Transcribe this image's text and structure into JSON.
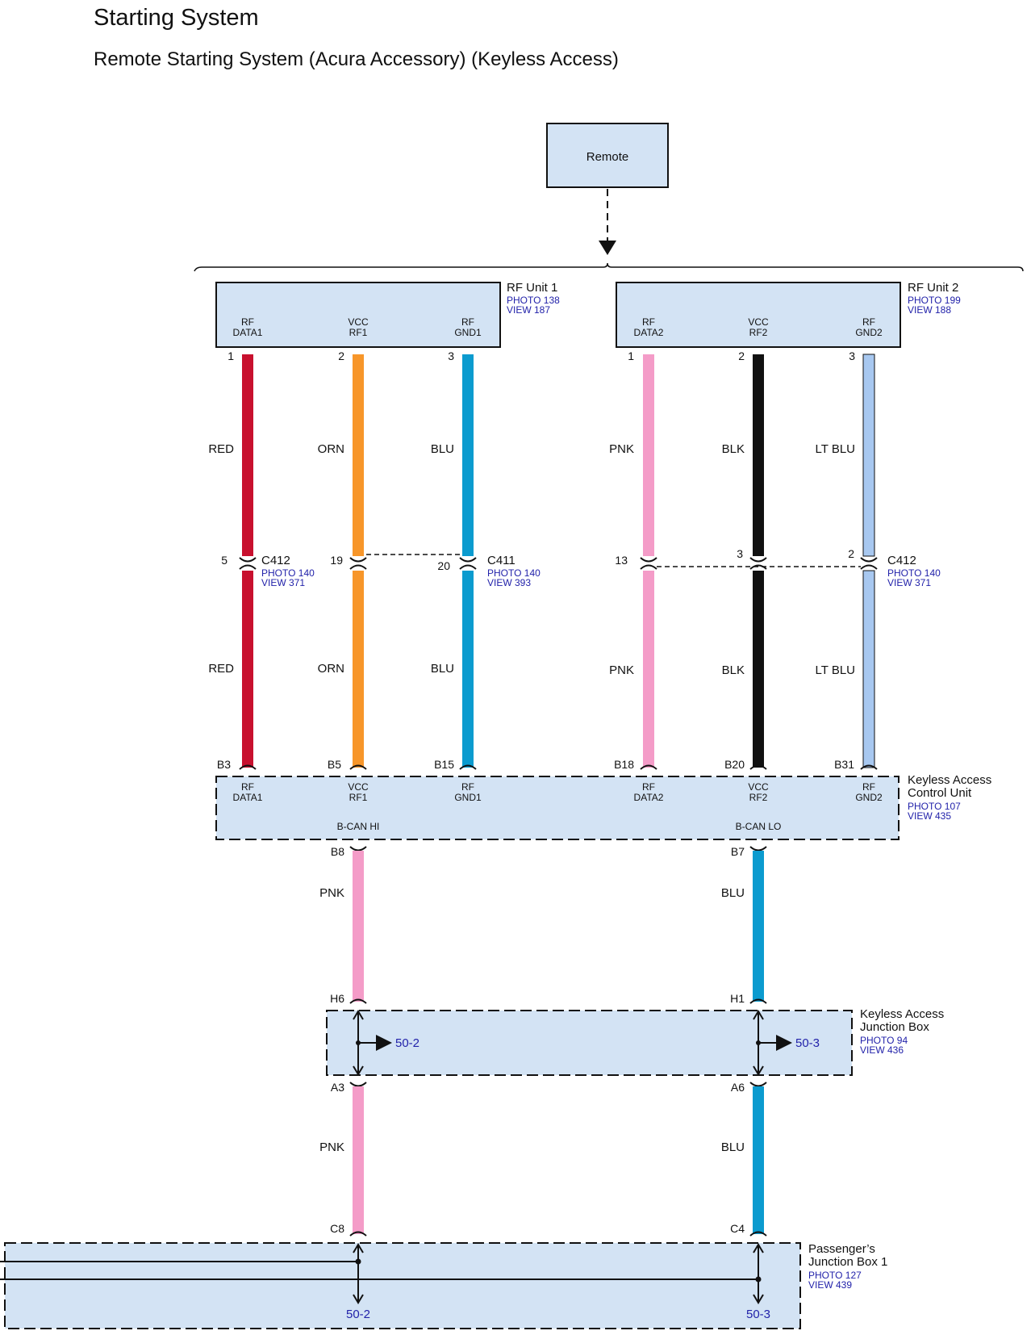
{
  "header": {
    "title": "Starting System",
    "subtitle": "Remote Starting System (Acura Accessory) (Keyless Access)"
  },
  "remote": {
    "label": "Remote"
  },
  "rf_unit_1": {
    "name": "RF Unit 1",
    "photo": "PHOTO 138",
    "view": "VIEW 187",
    "pins": [
      {
        "l1": "RF",
        "l2": "DATA1",
        "num": "1"
      },
      {
        "l1": "VCC",
        "l2": "RF1",
        "num": "2"
      },
      {
        "l1": "RF",
        "l2": "GND1",
        "num": "3"
      }
    ]
  },
  "rf_unit_2": {
    "name": "RF Unit 2",
    "photo": "PHOTO 199",
    "view": "VIEW 188",
    "pins": [
      {
        "l1": "RF",
        "l2": "DATA2",
        "num": "1"
      },
      {
        "l1": "VCC",
        "l2": "RF2",
        "num": "2"
      },
      {
        "l1": "RF",
        "l2": "GND2",
        "num": "3"
      }
    ]
  },
  "wires_upper": [
    "RED",
    "ORN",
    "BLU",
    "PNK",
    "BLK",
    "LT BLU"
  ],
  "connectors_mid": {
    "pins": [
      "5",
      "19",
      "20",
      "13",
      "3",
      "2"
    ],
    "c412_left": {
      "name": "C412",
      "photo": "PHOTO 140",
      "view": "VIEW 371"
    },
    "c411": {
      "name": "C411",
      "photo": "PHOTO 140",
      "view": "VIEW 393"
    },
    "c412_right": {
      "name": "C412",
      "photo": "PHOTO 140",
      "view": "VIEW 371"
    }
  },
  "wires_lower": [
    "RED",
    "ORN",
    "BLU",
    "PNK",
    "BLK",
    "LT BLU"
  ],
  "control_unit": {
    "name1": "Keyless Access",
    "name2": "Control Unit",
    "photo": "PHOTO 107",
    "view": "VIEW 435",
    "pins": [
      {
        "num": "B3",
        "l1": "RF",
        "l2": "DATA1"
      },
      {
        "num": "B5",
        "l1": "VCC",
        "l2": "RF1"
      },
      {
        "num": "B15",
        "l1": "RF",
        "l2": "GND1"
      },
      {
        "num": "B18",
        "l1": "RF",
        "l2": "DATA2"
      },
      {
        "num": "B20",
        "l1": "VCC",
        "l2": "RF2"
      },
      {
        "num": "B31",
        "l1": "RF",
        "l2": "GND2"
      }
    ],
    "can_hi": "B-CAN HI",
    "can_lo": "B-CAN LO",
    "out_hi_pin": "B8",
    "out_lo_pin": "B7"
  },
  "can_wires_1": [
    "PNK",
    "BLU"
  ],
  "junction_box": {
    "name1": "Keyless Access",
    "name2": "Junction Box",
    "photo": "PHOTO 94",
    "view": "VIEW 436",
    "pin_h6": "H6",
    "pin_h1": "H1",
    "ref_left": "50-2",
    "ref_right": "50-3",
    "pin_a3": "A3",
    "pin_a6": "A6"
  },
  "can_wires_2": [
    "PNK",
    "BLU"
  ],
  "passenger_box": {
    "name1": "Passenger’s",
    "name2": "Junction Box 1",
    "photo": "PHOTO 127",
    "view": "VIEW 439",
    "pin_c8": "C8",
    "pin_c4": "C4",
    "ref_left": "50-2",
    "ref_right": "50-3"
  },
  "colors": {
    "box_fill": "#d3e3f4",
    "red": "#c8102e",
    "orange": "#f7962a",
    "blue": "#0b9bcf",
    "pink": "#f49cc8",
    "black": "#111111",
    "lt_blue": "#a8c8f0",
    "link": "#2222aa"
  }
}
